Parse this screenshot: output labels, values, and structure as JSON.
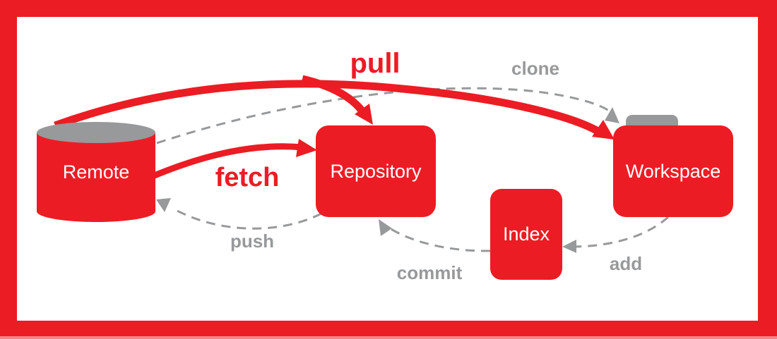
{
  "colors": {
    "red": "#EC1C24",
    "gray": "#97999B",
    "canvas_background": "#FFFFFF"
  },
  "diagram": {
    "nodes": {
      "remote": {
        "label": "Remote",
        "shape": "database-cylinder"
      },
      "repository": {
        "label": "Repository",
        "shape": "rounded-rect"
      },
      "index": {
        "label": "Index",
        "shape": "rounded-rect"
      },
      "workspace": {
        "label": "Workspace",
        "shape": "folder"
      }
    },
    "edges": {
      "pull": {
        "label": "pull",
        "from": "Remote",
        "to": "Repository + Workspace",
        "style": "solid-red-bold"
      },
      "clone": {
        "label": "clone",
        "from": "Remote",
        "to": "Workspace",
        "style": "dashed-gray"
      },
      "fetch": {
        "label": "fetch",
        "from": "Remote",
        "to": "Repository",
        "style": "solid-red-bold"
      },
      "push": {
        "label": "push",
        "from": "Repository",
        "to": "Remote",
        "style": "dashed-gray"
      },
      "commit": {
        "label": "commit",
        "from": "Index",
        "to": "Repository",
        "style": "dashed-gray"
      },
      "add": {
        "label": "add",
        "from": "Workspace",
        "to": "Index",
        "style": "dashed-gray"
      }
    }
  }
}
